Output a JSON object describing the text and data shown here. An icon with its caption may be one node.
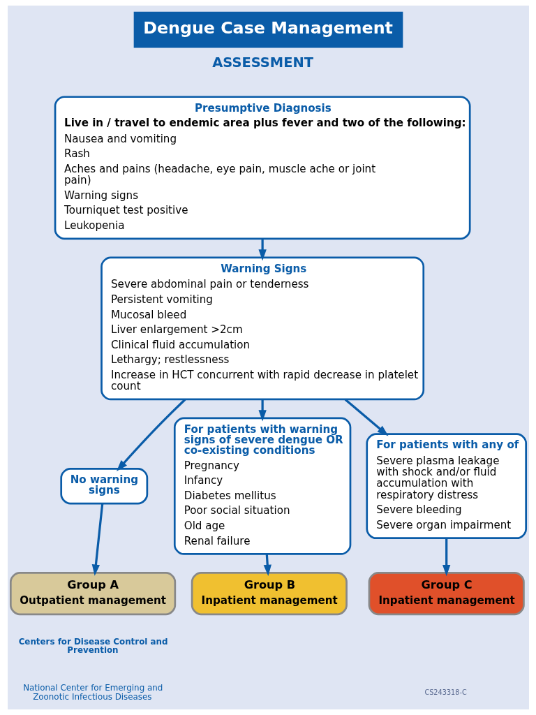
{
  "diagram": {
    "title": "Dengue Case Management",
    "nodes": [
      {
        "text": [
          "Presumptive Diagnosis",
          "Live in / travel to endemic area plus fever and two of the following:",
          "Nausea and vomiting",
          "Rash",
          "Aches and pains (headache, eye pain, muscle ache or joint pain)",
          "Warning signs",
          "Tourniquet test positive",
          "Leukopenia"
        ]
      },
      {
        "text": [
          "Warning Signs",
          "Severe abdominal pain or tenderness",
          "Persistent vomiting",
          "Mucosal bleed",
          "Liver enlargement >2cm",
          "Clinical fluid accumulation",
          "Lethargy; restlessness",
          "Increase in HCT concurrent with rapid decrease in platelet count"
        ]
      },
      {
        "text": [
          "No warning signs"
        ]
      },
      {
        "text": [
          "For patients with warning signs of severe dengue OR co-existing conditions",
          "Pregnancy",
          "Infancy",
          "Diabetes mellitus",
          "Poor social situation",
          "Old age",
          "Renal failure"
        ]
      },
      {
        "text": [
          "For patients with any of",
          "Severe plasma leakage with shock and/or fluid accumulation with respiratory distress",
          "Severe bleeding",
          "Severe organ impairment"
        ]
      },
      {
        "text": [
          "Group A",
          "Outpatient management"
        ]
      },
      {
        "text": [
          "Group B",
          "Inpatient management"
        ]
      },
      {
        "text": [
          "Group C",
          "Inpatient management"
        ]
      }
    ],
    "edges": [
      {
        "from": 0,
        "to": 1,
        "arrow": "to"
      },
      {
        "from": 1,
        "to": 2,
        "arrow": "to"
      },
      {
        "from": 1,
        "to": 3,
        "arrow": "to"
      },
      {
        "from": 1,
        "to": 4,
        "arrow": "to"
      },
      {
        "from": 2,
        "to": 5,
        "arrow": "to"
      },
      {
        "from": 3,
        "to": 6,
        "arrow": "to"
      },
      {
        "from": 4,
        "to": 7,
        "arrow": "to"
      }
    ],
    "labels": [
      "ASSESSMENT",
      "Centers for Disease Control and Prevention",
      "National Center for Emerging and Zoonotic Infectious Diseases",
      "CS243318-C"
    ]
  }
}
